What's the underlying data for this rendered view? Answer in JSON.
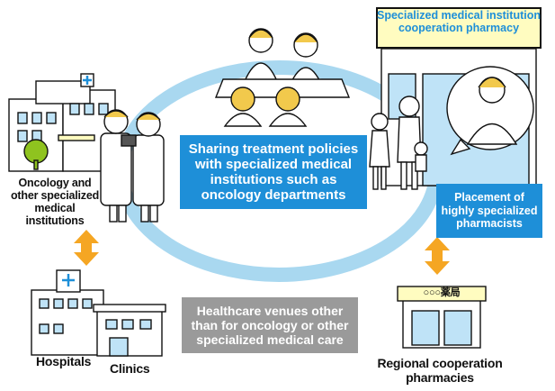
{
  "labels": {
    "oncology_institutions": "Oncology and other specialized medical institutions",
    "hospitals": "Hospitals",
    "clinics": "Clinics",
    "regional_pharmacies": "Regional cooperation pharmacies",
    "pharmacy_sign": "Specialized medical institution cooperation pharmacy",
    "pharmacy_small_sign": "○○○薬局"
  },
  "boxes": {
    "sharing_policies": "Sharing treatment policies with specialized medical institutions such as oncology departments",
    "pharmacists": "Placement of highly specialized pharmacists",
    "other_venues": "Healthcare venues other than for oncology or other specialized medical care"
  },
  "colors": {
    "accent_blue": "#1e8fd8",
    "ring_blue": "#a9d8f0",
    "arrow_orange": "#f5a623",
    "gray_box": "#9a9a9a",
    "sign_yellow": "#fffcc0"
  }
}
